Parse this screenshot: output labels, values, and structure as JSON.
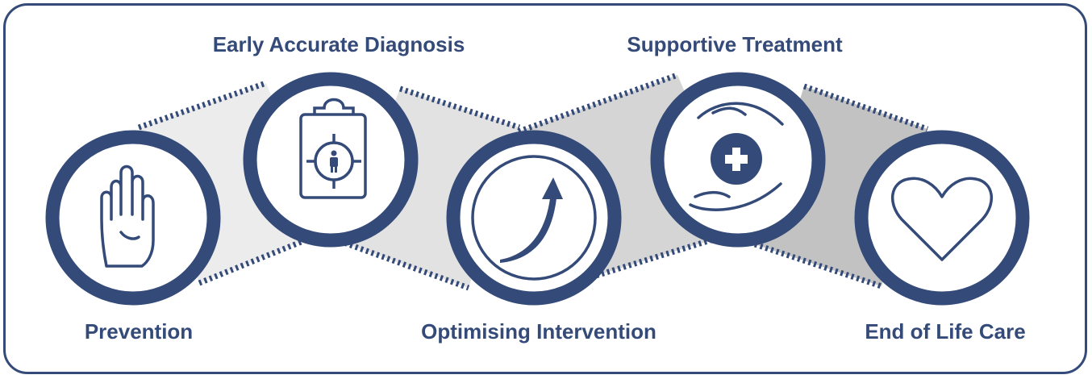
{
  "colors": {
    "primary": "#344a78",
    "band_light": "#ececec",
    "band_mid": "#d5d5d5",
    "band_dark": "#c2c2c2"
  },
  "stages": [
    {
      "label": "Prevention",
      "icon": "hand-icon"
    },
    {
      "label": "Early Accurate Diagnosis",
      "icon": "clipboard-target-icon"
    },
    {
      "label": "Optimising Intervention",
      "icon": "curved-arrow-icon"
    },
    {
      "label": "Supportive Treatment",
      "icon": "hands-medical-cross-icon"
    },
    {
      "label": "End of Life Care",
      "icon": "heart-icon"
    }
  ]
}
